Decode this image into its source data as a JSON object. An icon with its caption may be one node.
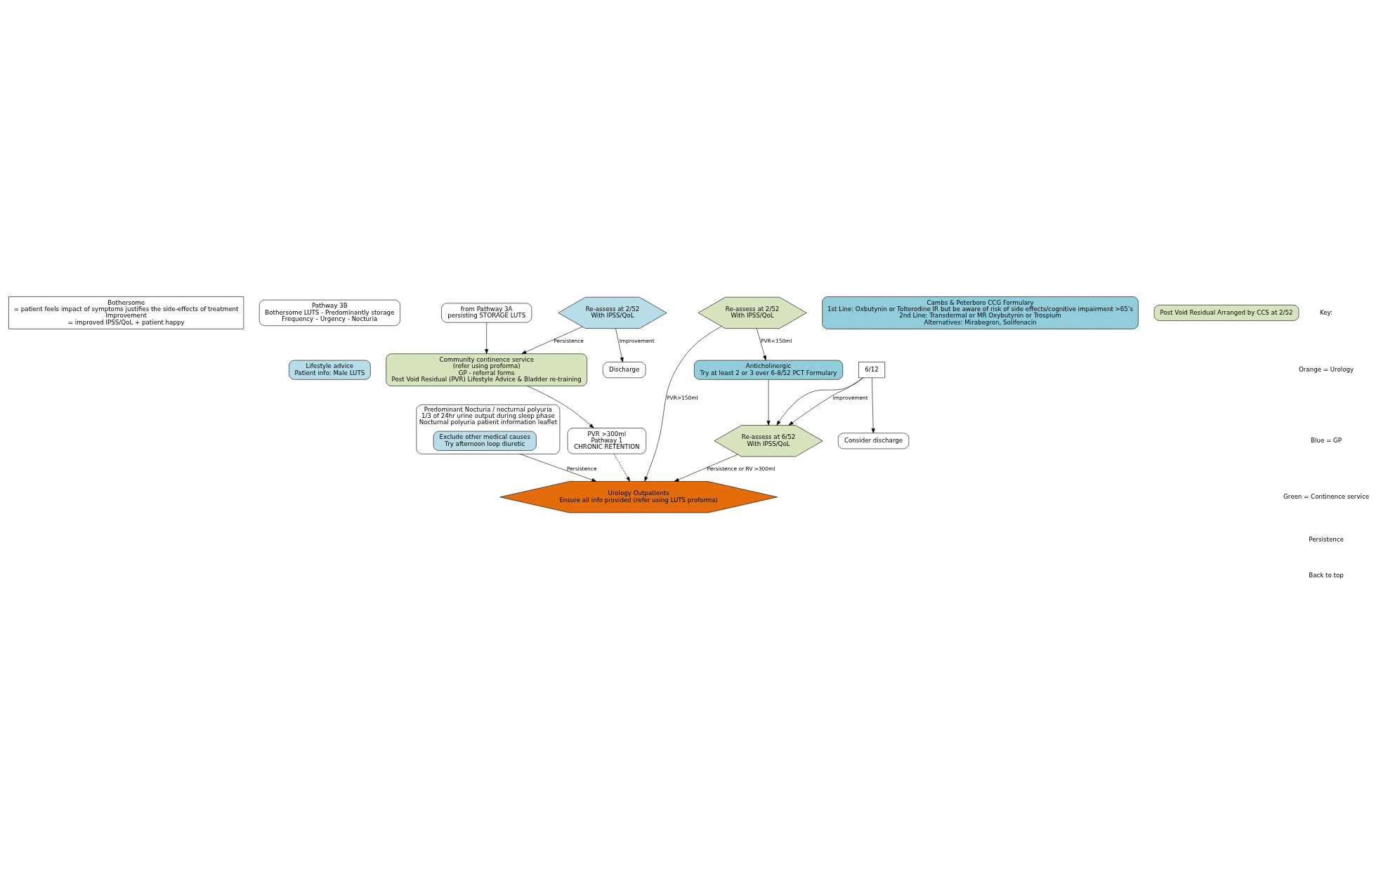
{
  "diagram": {
    "nodes": [
      {
        "text": [
          "Bothersome",
          "= patient feels impact of symptoms justifies the side-effects of treatment",
          "Improvement",
          "= improved IPSS/QoL + patient happy"
        ]
      },
      {
        "text": [
          "Pathway 3B",
          "Bothersome LUTS - Predominantly storage",
          "Frequency – Urgency - Nocturia"
        ]
      },
      {
        "text": [
          "Predominant Nocturia / nocturnal polyuria",
          "1/3 of 24hr urine output during sleep phase",
          "Nocturnal polyuria patient information leaflet"
        ]
      },
      {
        "text": [
          "Exclude other medical causes",
          "Try afternoon loop diuretic"
        ],
        "in": 2
      },
      {
        "text": [
          "Lifestyle advice",
          "Patient info: Male LUTS"
        ]
      },
      {
        "text": [
          "Discharge"
        ]
      },
      {
        "text": [
          "Re-assess at 2/52",
          "With IPSS/QoL"
        ]
      },
      {
        "text": [
          "from Pathway 3A",
          "persisting STORAGE LUTS"
        ]
      },
      {
        "text": [
          "Community continence service",
          "(refer using proforma)",
          "GP - referral forms",
          "Post Void Residual (PVR) Lifestyle Advice & Bladder re-training"
        ]
      },
      {
        "text": [
          "PVR >300ml",
          "Pathway 1",
          "CHRONIC RETENTION"
        ]
      },
      {
        "text": [
          "Cambs & Peterboro CCG Formulary",
          "1st Line: Oxbutynin or Tolterodine IR but be aware of risk of side effects/cognitive impairment >65’s",
          "2nd Line: Transdermal or MR Oxybutynin or Trospium",
          "Alternatives: Mirabegron, Solifenacin"
        ]
      },
      {
        "text": [
          "Re-assess at 2/52",
          "With IPSS/QoL"
        ]
      },
      {
        "text": [
          "Anticholinergic",
          "Try at least 2 or 3 over 6-8/52 PCT Formulary"
        ]
      },
      {
        "text": [
          "Post Void Residual Arranged by CCS at 2/52"
        ]
      },
      {
        "text": [
          "Urology Outpatients",
          "Ensure all info provided (refer using LUTS proforma)"
        ]
      },
      {
        "text": [
          "Consider discharge"
        ]
      },
      {
        "text": [
          "6/12"
        ]
      },
      {
        "text": [
          "Re-assess at 6/52",
          "With IPSS/QoL"
        ]
      }
    ],
    "edges": [
      {
        "from": 6,
        "to": 5,
        "arrow": "to",
        "label": "Improvement"
      },
      {
        "from": 6,
        "to": 8,
        "arrow": "to",
        "label": "Persistence"
      },
      {
        "from": 7,
        "to": 8,
        "arrow": "to"
      },
      {
        "from": 8,
        "to": 9,
        "arrow": "to"
      },
      {
        "from": 9,
        "to": 14,
        "arrow": "to",
        "style": "dashed"
      },
      {
        "from": 2,
        "to": 14,
        "arrow": "to",
        "label": "Persistence"
      },
      {
        "from": 11,
        "to": 12,
        "arrow": "to",
        "label": "PVR<150ml"
      },
      {
        "from": 11,
        "to": 14,
        "arrow": "to",
        "label": "PVR>150ml"
      },
      {
        "from": 12,
        "to": 17,
        "arrow": "to"
      },
      {
        "from": 16,
        "to": 15,
        "arrow": "to"
      },
      {
        "from": 16,
        "to": 17,
        "arrow": "to"
      },
      {
        "from": 16,
        "to": 17,
        "arrow": "to",
        "label": "Improvement"
      },
      {
        "from": 17,
        "to": 14,
        "arrow": "to",
        "label": "Persistence or RV >300ml"
      }
    ],
    "labels": [
      "Key:",
      "Orange = Urology",
      "Blue = GP",
      "Green = Continence service",
      "Persistence",
      "Back to top"
    ]
  }
}
